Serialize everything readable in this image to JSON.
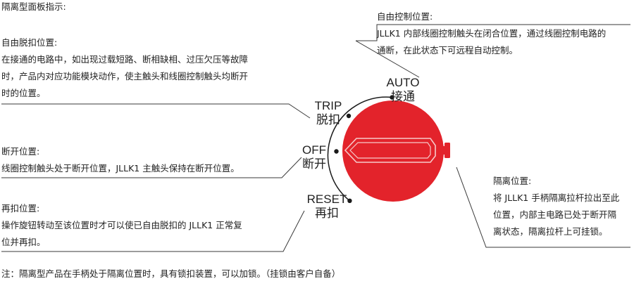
{
  "heading": "隔离型面板指示:",
  "blocks": {
    "auto": {
      "title": "自由控制位置:",
      "lines": [
        "JLLK1 内部线圈控制触头在闭合位置，通过线圈控制电路的",
        "通断，在此状态下可远程自动控制。"
      ]
    },
    "trip": {
      "title": "自由脱扣位置:",
      "lines": [
        "在接通的电路中，如出现过载短路、断相缺相、过压欠压等故障",
        "时，产品内对应功能模块动作，使主触头和线圈控制触头均断开",
        "时的位置。"
      ]
    },
    "off": {
      "title": "断开位置:",
      "lines": [
        "线圈控制触头处于断开位置，JLLK1 主触头保持在断开位置。"
      ]
    },
    "reset": {
      "title": "再扣位置:",
      "lines": [
        "操作旋钮转动至该位置时才可以使已自由脱扣的 JLLK1 正常复",
        "位并再扣。"
      ]
    },
    "isolate": {
      "title": "隔离位置:",
      "lines": [
        "将 JLLK1 手柄隔离拉杆拉出至此",
        "位置，内部主电路已处于断开隔",
        "离状态，隔离拉杆上可挂锁。"
      ]
    }
  },
  "positions": {
    "auto": {
      "en": "AUTO",
      "cn": "接通"
    },
    "trip": {
      "en": "TRIP",
      "cn": "脱扣"
    },
    "off": {
      "en": "OFF",
      "cn": "断开"
    },
    "reset": {
      "en": "RESET",
      "cn": "再扣"
    }
  },
  "note": "注：隔离型产品在手柄处于隔离位置时，具有锁扣装置，可以加锁。（挂锁由客户自备）",
  "colors": {
    "knob": "#e3232b",
    "handle_outline": "#f6c9c9",
    "lever": "#e3232b",
    "lines": "#3a3a3a"
  }
}
